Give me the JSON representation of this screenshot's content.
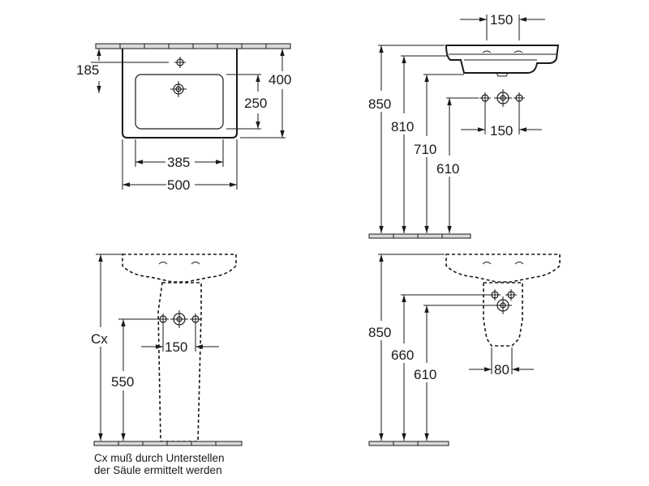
{
  "views": {
    "top": {
      "width_total": "500",
      "width_basin": "385",
      "depth_total": "400",
      "depth_basin": "250",
      "depth_taphole": "185"
    },
    "side": {
      "spacing_top": "150",
      "spacing_mid": "150",
      "height_850": "850",
      "height_810": "810",
      "height_710": "710",
      "height_610": "610"
    },
    "pedestal": {
      "height_cx": "Cx",
      "height_550": "550",
      "spacing_150": "150",
      "note_line1": "Cx muß durch Unterstellen",
      "note_line2": "der Säule ermittelt werden"
    },
    "semi_pedestal": {
      "height_850": "850",
      "height_660": "660",
      "height_610": "610",
      "width_80": "80"
    }
  }
}
